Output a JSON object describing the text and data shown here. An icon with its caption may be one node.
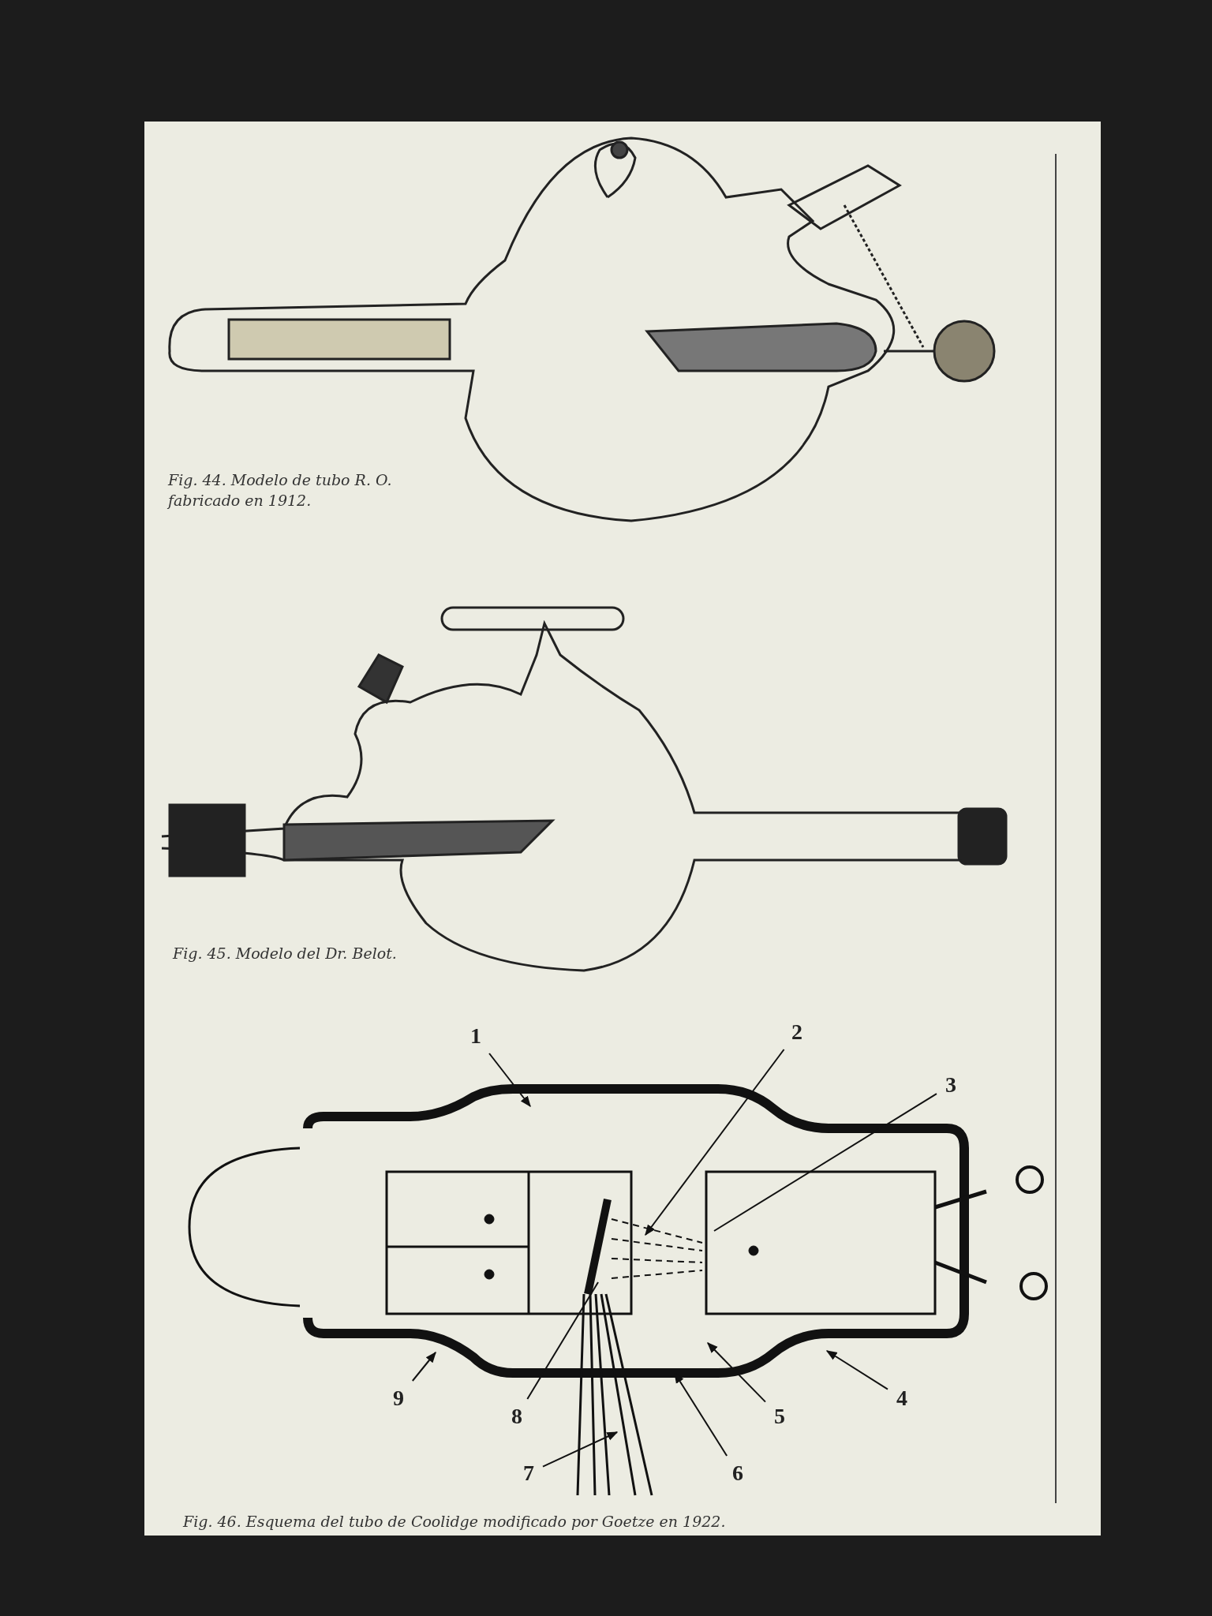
{
  "diagram": {
    "nodes": [
      {
        "text": [
          "1"
        ]
      },
      {
        "text": [
          "2"
        ]
      },
      {
        "text": [
          "3"
        ]
      },
      {
        "text": [
          "4"
        ]
      },
      {
        "text": [
          "5"
        ]
      },
      {
        "text": [
          "6"
        ]
      },
      {
        "text": [
          "7"
        ]
      },
      {
        "text": [
          "8"
        ]
      },
      {
        "text": [
          "9"
        ]
      }
    ],
    "edges": [
      {
        "from": 0,
        "to": null,
        "arrow": "to"
      },
      {
        "from": 1,
        "to": null,
        "arrow": "to"
      },
      {
        "from": 2,
        "to": null,
        "arrow": "none"
      },
      {
        "from": 3,
        "to": null,
        "arrow": "to"
      },
      {
        "from": 4,
        "to": null,
        "arrow": "to"
      },
      {
        "from": 5,
        "to": null,
        "arrow": "to"
      },
      {
        "from": 6,
        "to": null,
        "arrow": "to"
      },
      {
        "from": 7,
        "to": null,
        "arrow": "none"
      },
      {
        "from": 8,
        "to": null,
        "arrow": "to"
      }
    ],
    "labels": [
      "Fig. 44. Modelo de tubo R. O. fabricado en 1912.",
      "Fig. 45. Modelo del Dr. Belot.",
      "Fig. 46. Esquema del tubo de Coolidge modificado por Goetze en 1922."
    ]
  }
}
